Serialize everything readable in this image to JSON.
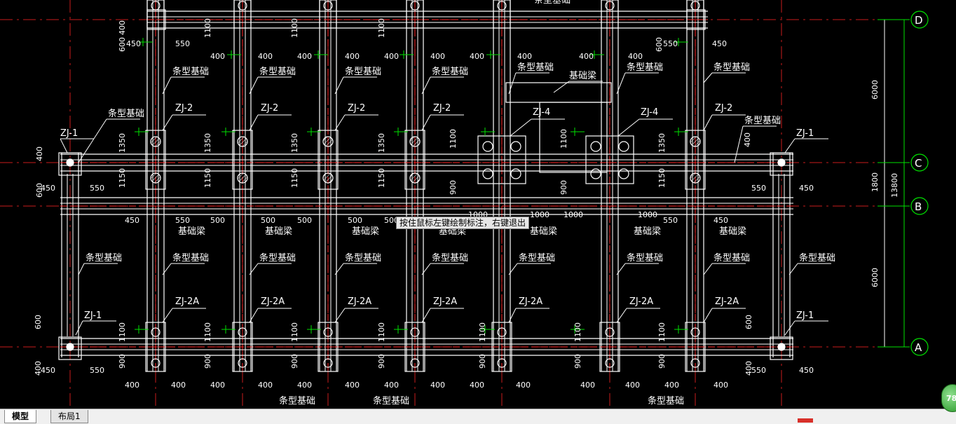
{
  "drawing": {
    "labels": {
      "strip": "条型基础",
      "beam": "基础梁",
      "zj1": "ZJ-1",
      "zj2": "ZJ-2",
      "zj2a": "ZJ-2A",
      "zj4": "ZJ-4"
    },
    "axes": [
      "D",
      "C",
      "B",
      "A"
    ],
    "dims": {
      "right": [
        "6000",
        "1800",
        "6000",
        "13800"
      ],
      "left": [
        "600",
        "400",
        "450",
        "550",
        "1350",
        "1150",
        "1100",
        "900",
        "1000",
        "500"
      ]
    }
  },
  "tooltip": "按住鼠标左键绘制标注，右键退出",
  "tabs": {
    "model": "模型",
    "layout": "布局1"
  },
  "corner_button": "78"
}
